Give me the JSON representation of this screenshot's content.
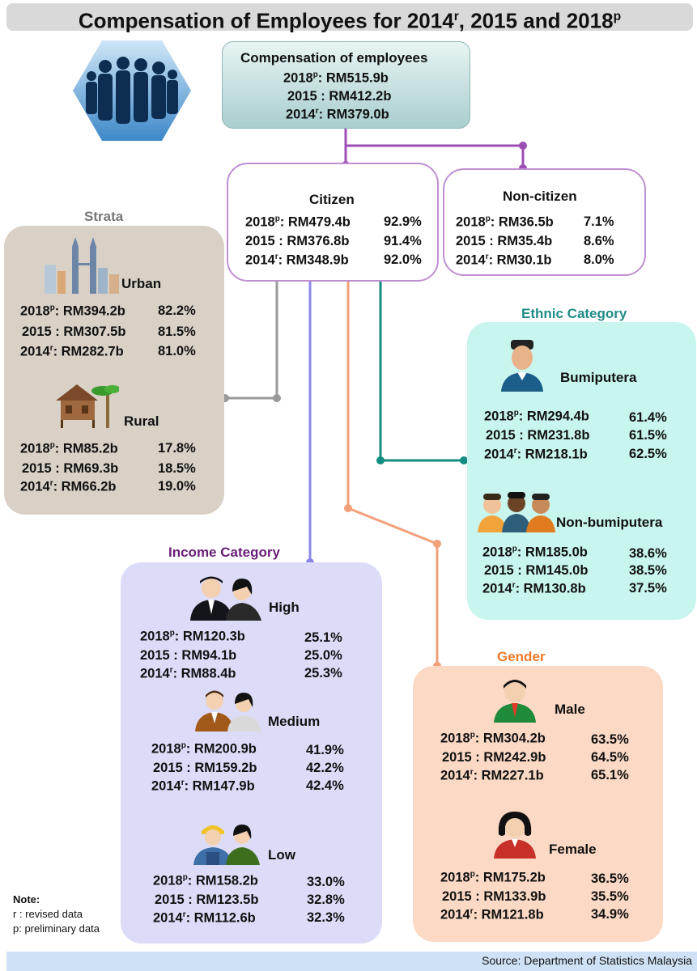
{
  "title": {
    "main": "Compensation of Employees for 2014",
    "sup1": "r",
    "mid": ", 2015 and 2018",
    "sup2": "p"
  },
  "colors": {
    "citizen": "#b07cc6",
    "strata": "#d8cfc4",
    "ethnic": "#c8f5ee",
    "income": "#dcdcf9",
    "gender": "#fbd9c5",
    "top": "#cfe7e7"
  },
  "top": {
    "heading": "Compensation of employees",
    "rows": [
      {
        "year": "2018",
        "sup": "p",
        "value": ": RM515.9b"
      },
      {
        "year": "2015",
        "sup": "",
        "value": " : RM412.2b"
      },
      {
        "year": "2014",
        "sup": "r",
        "value": ": RM379.0b"
      }
    ]
  },
  "citizen": {
    "heading": "Citizen",
    "rows": [
      {
        "year": "2018",
        "sup": "p",
        "value": ": RM479.4b",
        "pct": "92.9%"
      },
      {
        "year": "2015",
        "sup": "",
        "value": " : RM376.8b",
        "pct": "91.4%"
      },
      {
        "year": "2014",
        "sup": "r",
        "value": ": RM348.9b",
        "pct": "92.0%"
      }
    ]
  },
  "noncitizen": {
    "heading": "Non-citizen",
    "rows": [
      {
        "year": "2018",
        "sup": "p",
        "value": ": RM36.5b",
        "pct": "7.1%"
      },
      {
        "year": "2015",
        "sup": "",
        "value": " : RM35.4b",
        "pct": "8.6%"
      },
      {
        "year": "2014",
        "sup": "r",
        "value": ": RM30.1b",
        "pct": "8.0%"
      }
    ]
  },
  "strata": {
    "section": "Strata",
    "urban": {
      "heading": "Urban",
      "rows": [
        {
          "year": "2018",
          "sup": "p",
          "value": ": RM394.2b",
          "pct": "82.2%"
        },
        {
          "year": "2015",
          "sup": "",
          "value": " : RM307.5b",
          "pct": "81.5%"
        },
        {
          "year": "2014",
          "sup": "r",
          "value": ": RM282.7b",
          "pct": "81.0%"
        }
      ]
    },
    "rural": {
      "heading": "Rural",
      "rows": [
        {
          "year": "2018",
          "sup": "p",
          "value": ": RM85.2b",
          "pct": "17.8%"
        },
        {
          "year": "2015",
          "sup": "",
          "value": " : RM69.3b",
          "pct": "18.5%"
        },
        {
          "year": "2014",
          "sup": "r",
          "value": ": RM66.2b",
          "pct": "19.0%"
        }
      ]
    }
  },
  "ethnic": {
    "section": "Ethnic Category",
    "bumi": {
      "heading": "Bumiputera",
      "rows": [
        {
          "year": "2018",
          "sup": "p",
          "value": ": RM294.4b",
          "pct": "61.4%"
        },
        {
          "year": "2015",
          "sup": "",
          "value": " : RM231.8b",
          "pct": "61.5%"
        },
        {
          "year": "2014",
          "sup": "r",
          "value": ": RM218.1b",
          "pct": "62.5%"
        }
      ]
    },
    "nonbumi": {
      "heading": "Non-bumiputera",
      "rows": [
        {
          "year": "2018",
          "sup": "p",
          "value": ": RM185.0b",
          "pct": "38.6%"
        },
        {
          "year": "2015",
          "sup": "",
          "value": " : RM145.0b",
          "pct": "38.5%"
        },
        {
          "year": "2014",
          "sup": "r",
          "value": ": RM130.8b",
          "pct": "37.5%"
        }
      ]
    }
  },
  "income": {
    "section": "Income Category",
    "high": {
      "heading": "High",
      "rows": [
        {
          "year": "2018",
          "sup": "p",
          "value": ": RM120.3b",
          "pct": "25.1%"
        },
        {
          "year": "2015",
          "sup": "",
          "value": " : RM94.1b",
          "pct": "25.0%"
        },
        {
          "year": "2014",
          "sup": "r",
          "value": ": RM88.4b",
          "pct": "25.3%"
        }
      ]
    },
    "medium": {
      "heading": "Medium",
      "rows": [
        {
          "year": "2018",
          "sup": "p",
          "value": ": RM200.9b",
          "pct": "41.9%"
        },
        {
          "year": "2015",
          "sup": "",
          "value": " : RM159.2b",
          "pct": "42.2%"
        },
        {
          "year": "2014",
          "sup": "r",
          "value": ": RM147.9b",
          "pct": "42.4%"
        }
      ]
    },
    "low": {
      "heading": "Low",
      "rows": [
        {
          "year": "2018",
          "sup": "p",
          "value": ": RM158.2b",
          "pct": "33.0%"
        },
        {
          "year": "2015",
          "sup": "",
          "value": " : RM123.5b",
          "pct": "32.8%"
        },
        {
          "year": "2014",
          "sup": "r",
          "value": ": RM112.6b",
          "pct": "32.3%"
        }
      ]
    }
  },
  "gender": {
    "section": "Gender",
    "male": {
      "heading": "Male",
      "rows": [
        {
          "year": "2018",
          "sup": "p",
          "value": ": RM304.2b",
          "pct": "63.5%"
        },
        {
          "year": "2015",
          "sup": "",
          "value": " : RM242.9b",
          "pct": "64.5%"
        },
        {
          "year": "2014",
          "sup": "r",
          "value": ": RM227.1b",
          "pct": "65.1%"
        }
      ]
    },
    "female": {
      "heading": "Female",
      "rows": [
        {
          "year": "2018",
          "sup": "p",
          "value": ": RM175.2b",
          "pct": "36.5%"
        },
        {
          "year": "2015",
          "sup": "",
          "value": " : RM133.9b",
          "pct": "35.5%"
        },
        {
          "year": "2014",
          "sup": "r",
          "value": ": RM121.8b",
          "pct": "34.9%"
        }
      ]
    }
  },
  "note": {
    "heading": "Note:",
    "r": "r : revised data",
    "p": "p: preliminary data"
  },
  "source": "Source: Department of Statistics Malaysia"
}
